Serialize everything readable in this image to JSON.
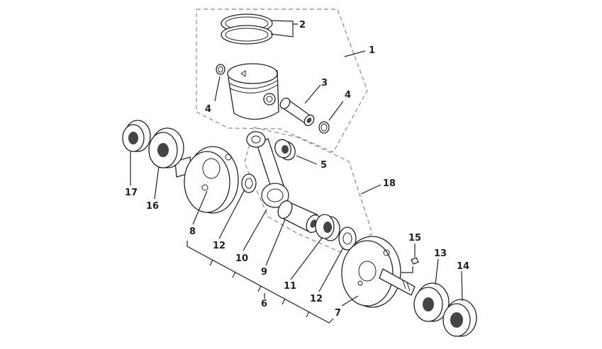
{
  "diagram": {
    "callouts": [
      {
        "key": "c1",
        "text": "1"
      },
      {
        "key": "c2",
        "text": "2"
      },
      {
        "key": "c3",
        "text": "3"
      },
      {
        "key": "c4a",
        "text": "4"
      },
      {
        "key": "c4b",
        "text": "4"
      },
      {
        "key": "c5",
        "text": "5"
      },
      {
        "key": "c6",
        "text": "6"
      },
      {
        "key": "c7",
        "text": "7"
      },
      {
        "key": "c8",
        "text": "8"
      },
      {
        "key": "c9",
        "text": "9"
      },
      {
        "key": "c10",
        "text": "10"
      },
      {
        "key": "c11",
        "text": "11"
      },
      {
        "key": "c12a",
        "text": "12"
      },
      {
        "key": "c12b",
        "text": "12"
      },
      {
        "key": "c13",
        "text": "13"
      },
      {
        "key": "c14",
        "text": "14"
      },
      {
        "key": "c15",
        "text": "15"
      },
      {
        "key": "c16",
        "text": "16"
      },
      {
        "key": "c17",
        "text": "17"
      },
      {
        "key": "c18",
        "text": "18"
      }
    ]
  }
}
